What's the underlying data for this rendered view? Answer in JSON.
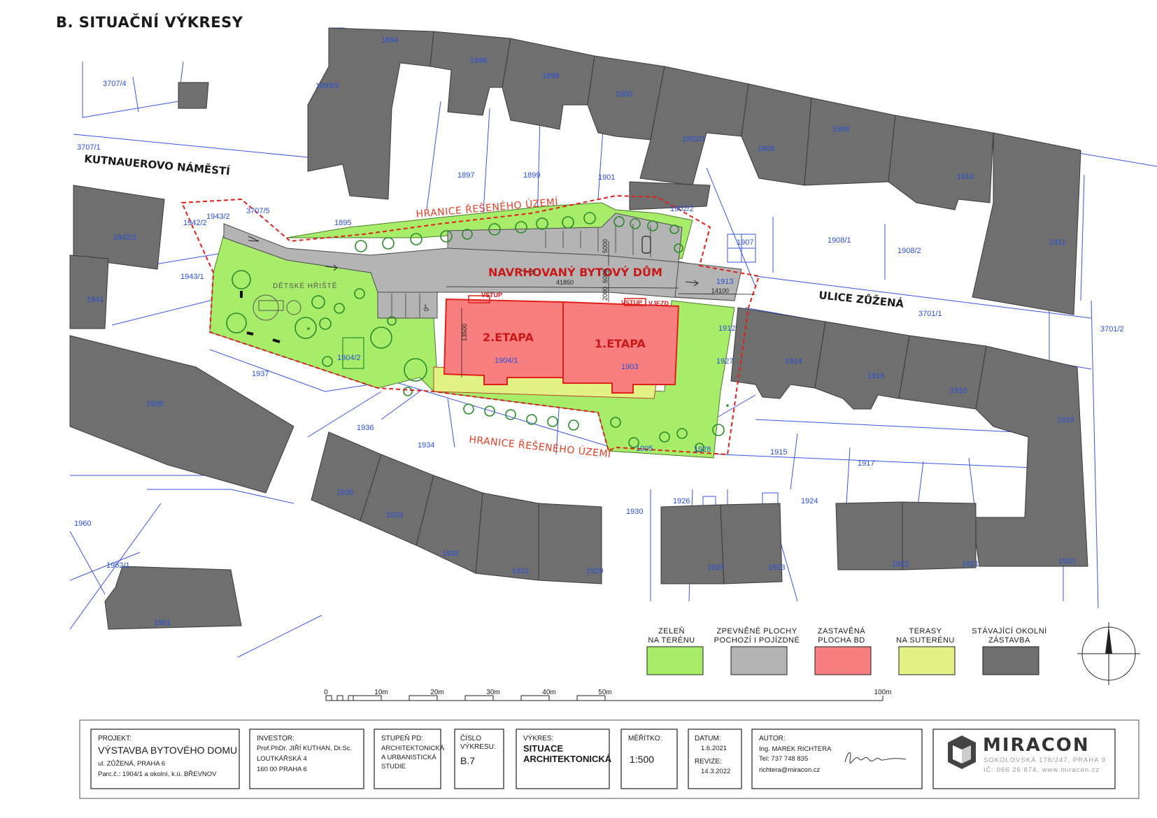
{
  "sheet_title": "B. SITUAČNÍ VÝKRESY",
  "map": {
    "streets": {
      "kutnauerovo": "KUTNAUEROVO NÁMĚSTÍ",
      "zuzena": "ULICE ZŮŽENÁ"
    },
    "zone_boundary_label": "HRANICE ŘEŠENÉHO ÚZEMÍ",
    "building_label": "NAVRHOVANÝ BYTOVÝ DŮM",
    "phase_2": "2.ETAPA",
    "phase_1": "1.ETAPA",
    "entrance": "VSTUP",
    "vehicle_entrance": "VJEZD",
    "playground": "DĚTSKÉ HŘIŠTĚ",
    "dimensions": {
      "length": "41850",
      "length_right": "14100",
      "height": "13500",
      "road_width": "6000",
      "parking_depth": "5000",
      "small": "2000"
    },
    "parcels": {
      "p1894": "1894",
      "p1896": "1896",
      "p1898": "1898",
      "p1900": "1900",
      "p1893_2": "1893/2",
      "p1902_1": "1902/1",
      "p1906": "1906",
      "p1909": "1909",
      "p1910": "1910",
      "p1911": "1911",
      "p3707_4": "3707/4",
      "p3707_1": "3707/1",
      "p3707_5": "3707/5",
      "p1897": "1897",
      "p1899": "1899",
      "p1901": "1901",
      "p1902_2": "1902/2",
      "p1942_1": "1942/1",
      "p1942_2": "1942/2",
      "p1943_2": "1943/2",
      "p1895": "1895",
      "p1907": "1907",
      "p1908_1": "1908/1",
      "p1908_2": "1908/2",
      "p1943_1": "1943/1",
      "p1941": "1941",
      "p1913": "1913",
      "p3701_1": "3701/1",
      "p3701_2": "3701/2",
      "p1912": "1912",
      "p1904_1": "1904/1",
      "p1903": "1903",
      "p1904_2": "1904/2",
      "p1927": "1927",
      "p1914": "1914",
      "p1916": "1916",
      "p1918": "1918",
      "p1919": "1919",
      "p1937": "1937",
      "p1938": "1938",
      "p1936": "1936",
      "p1934": "1934",
      "p1905": "1905",
      "p1928": "1928",
      "p1915": "1915",
      "p1917": "1917",
      "p1935": "1935",
      "p1933": "1933",
      "p1930": "1930",
      "p1926": "1926",
      "p1924": "1924",
      "p1960": "1960",
      "p1932": "1932",
      "p1931": "1931",
      "p1929": "1929",
      "p1925": "1925",
      "p1923": "1923",
      "p1922": "1922",
      "p1921": "1921",
      "p1920": "1920",
      "p1962_1": "1962/1",
      "p1961": "1961"
    }
  },
  "legend": {
    "items": [
      {
        "line1": "ZELEŇ",
        "line2": "NA TERÉNU",
        "color": "#a8ed6a"
      },
      {
        "line1": "ZPEVNĚNÉ PLOCHY",
        "line2": "POCHOZÍ I POJÍZDNÉ",
        "color": "#b4b4b4"
      },
      {
        "line1": "ZASTAVĚNÁ",
        "line2": "PLOCHA BD",
        "color": "#f77f7f"
      },
      {
        "line1": "TERASY",
        "line2": "NA SUTERÉNU",
        "color": "#e3f284"
      },
      {
        "line1": "STÁVAJÍCÍ OKOLNÍ",
        "line2": "ZÁSTAVBA",
        "color": "#6f6f6f"
      }
    ]
  },
  "scale_bar": {
    "labels": [
      "0",
      "10m",
      "20m",
      "30m",
      "40m",
      "50m",
      "100m"
    ]
  },
  "title_block": {
    "project_label": "PROJEKT:",
    "project_title": "VÝSTAVBA BYTOVÉHO DOMU",
    "project_line2": "ul. ZŮŽENÁ, PRAHA 6",
    "project_line3": "Parc.č.: 1904/1 a okolní, k.ú. BŘEVNOV",
    "investor_label": "INVESTOR:",
    "investor_line1": "Prof.PhDr. JIŘÍ KUTHAN, Dr.Sc.",
    "investor_line2": "LOUTKÁŘSKÁ 4",
    "investor_line3": "160 00 PRAHA 6",
    "stage_label": "STUPEŇ PD:",
    "stage_line1": "ARCHITEKTONICKÁ",
    "stage_line2": "A URBANISTICKÁ",
    "stage_line3": "STUDIE",
    "number_label1": "ČÍSLO",
    "number_label2": "VÝKRESU:",
    "number_value": "B.7",
    "drawing_label": "VÝKRES:",
    "drawing_line1": "SITUACE",
    "drawing_line2": "ARCHITEKTONICKÁ",
    "scale_label": "MĚŘÍTKO:",
    "scale_value": "1:500",
    "date_label": "DATUM:",
    "date_value": "1.6.2021",
    "revision_label": "REVIZE:",
    "revision_value": "14.3.2022",
    "author_label": "AUTOR:",
    "author_line1": "Ing. MAREK RICHTERA",
    "author_line2": "Tel: 737 748 835",
    "author_line3": "richtera@miracon.cz",
    "company": "MIRACON",
    "company_line1": "SOKOLOVSKÁ 178/247, PRAHA 9",
    "company_line2": "IČ: 066 26 874, www.miracon.cz"
  }
}
